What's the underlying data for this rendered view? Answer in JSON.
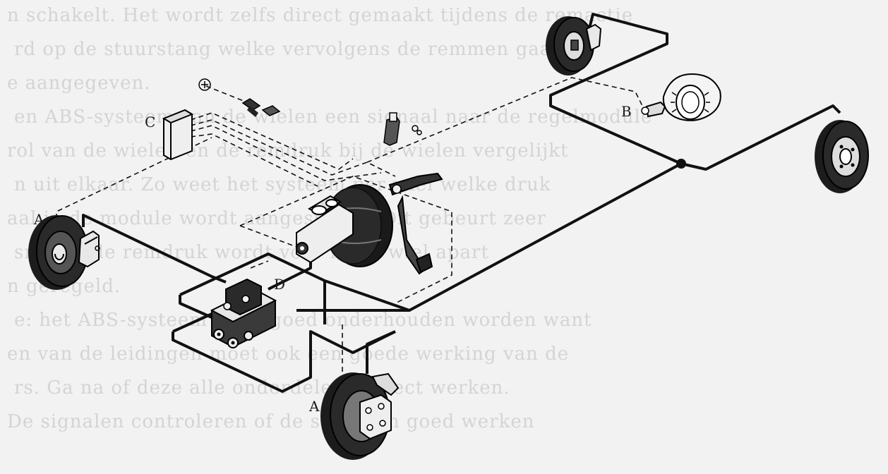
{
  "labels": {
    "a_left": "A",
    "a_bottom": "A",
    "b": "B",
    "c": "C",
    "d": "D",
    "plus": "⊕"
  },
  "background_text": [
    "n schakelt. Het wordt zelfs direct gemaakt tijdens de remactie",
    "rd op de stuurstang welke vervolgens de remmen gaan",
    "e aangegeven.",
    "en ABS-systeem van de wielen een signaal naar de regelmodule",
    "rol van de wielen en de remdruk bij de wielen vergelijkt",
    "n uit elkaar. Zo weet het systeem per wiel welke druk",
    "aal in de module wordt aangestuurd. Dit gebeurt zeer",
    "snel en de remdruk wordt voor ieder wiel apart",
    "n geregeld.",
    "e: het ABS-systeem moet goed onderhouden worden want",
    "en van de leidingen moet ook een goede werking van de",
    "rs. Ga na of deze alle onderdelen correct werken.",
    "De signalen controleren of de sensoren goed werken"
  ]
}
